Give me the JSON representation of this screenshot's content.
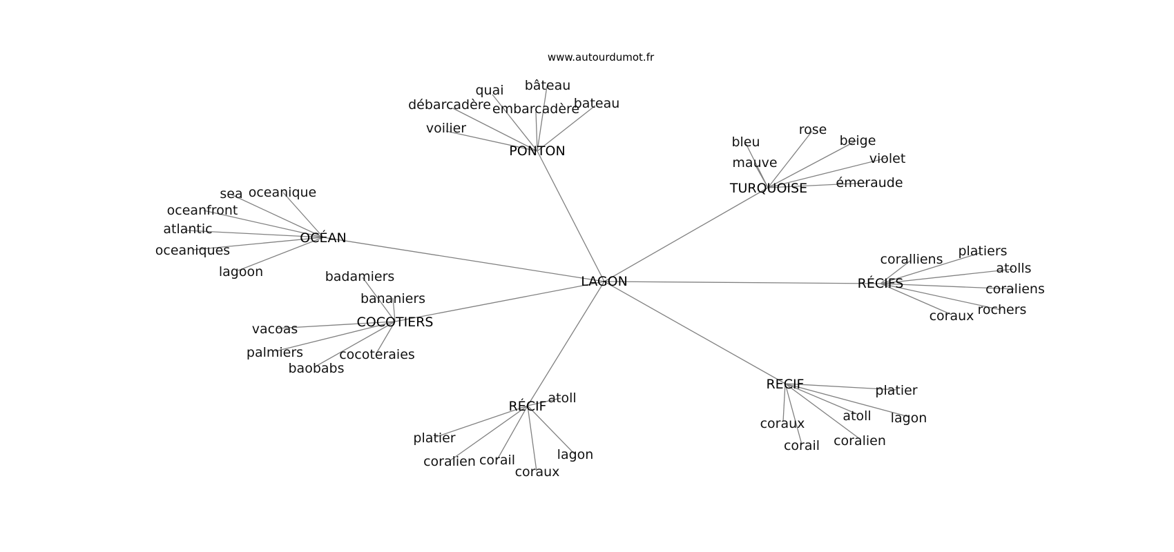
{
  "watermark": "www.autourdumot.fr",
  "center": "LAGON",
  "clusters": [
    {
      "hub": "PONTON",
      "leaves": [
        "quai",
        "bâteau",
        "débarcadère",
        "embarcadère",
        "bateau",
        "voilier"
      ]
    },
    {
      "hub": "TURQUOISE",
      "leaves": [
        "bleu",
        "rose",
        "beige",
        "mauve",
        "violet",
        "émeraude"
      ]
    },
    {
      "hub": "OCÉAN",
      "leaves": [
        "sea",
        "oceanique",
        "oceanfront",
        "atlantic",
        "oceaniques",
        "lagoon"
      ]
    },
    {
      "hub": "RÉCIFS",
      "leaves": [
        "coralliens",
        "platiers",
        "atolls",
        "coraliens",
        "rochers",
        "coraux"
      ]
    },
    {
      "hub": "COCOTIERS",
      "leaves": [
        "badamiers",
        "bananiers",
        "vacoas",
        "palmiers",
        "cocoteraies",
        "baobabs"
      ]
    },
    {
      "hub": "RECIF",
      "leaves": [
        "platier",
        "lagon",
        "atoll",
        "coraux",
        "coralien",
        "corail"
      ]
    },
    {
      "hub": "RÉCIF",
      "leaves": [
        "atoll",
        "platier",
        "coralien",
        "corail",
        "coraux",
        "lagon"
      ]
    }
  ]
}
